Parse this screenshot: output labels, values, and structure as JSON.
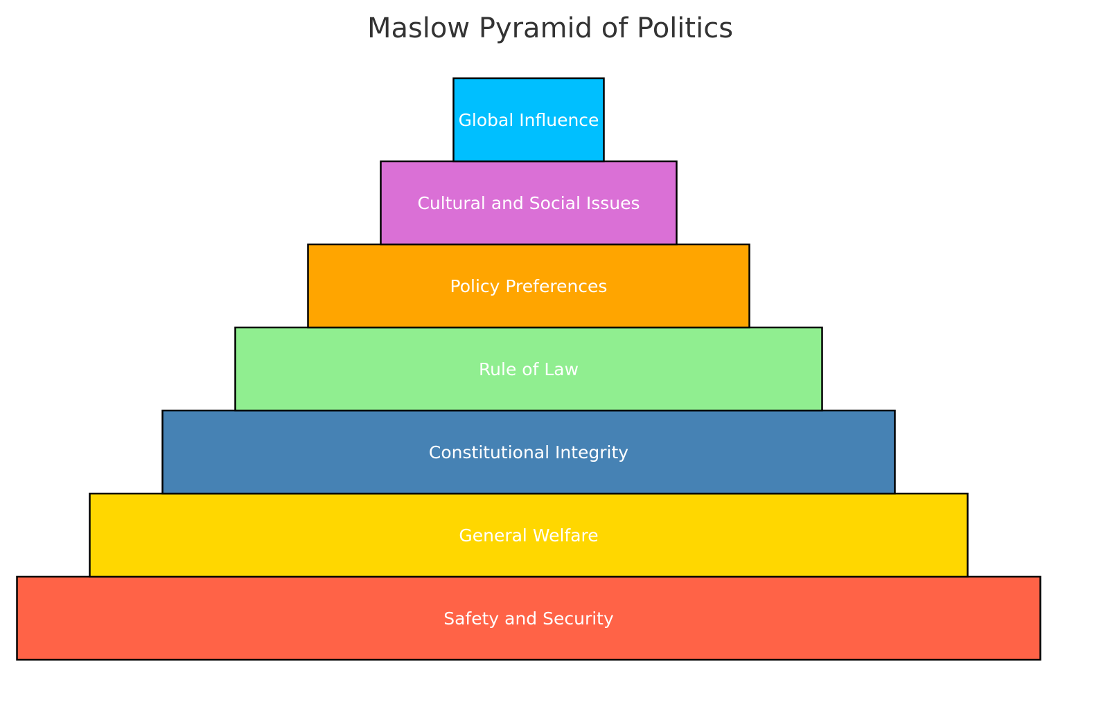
{
  "title": "Maslow Pyramid of Politics",
  "tiers": [
    {
      "label": "Safety and Security",
      "color": "#FF6347"
    },
    {
      "label": "General Welfare",
      "color": "#FFD700"
    },
    {
      "label": "Constitutional Integrity",
      "color": "#4682B4"
    },
    {
      "label": "Rule of Law",
      "color": "#90EE90"
    },
    {
      "label": "Policy Preferences",
      "color": "#FFA500"
    },
    {
      "label": "Cultural and Social Issues",
      "color": "#DA70D6"
    },
    {
      "label": "Global Influence",
      "color": "#00BFFF"
    }
  ]
}
